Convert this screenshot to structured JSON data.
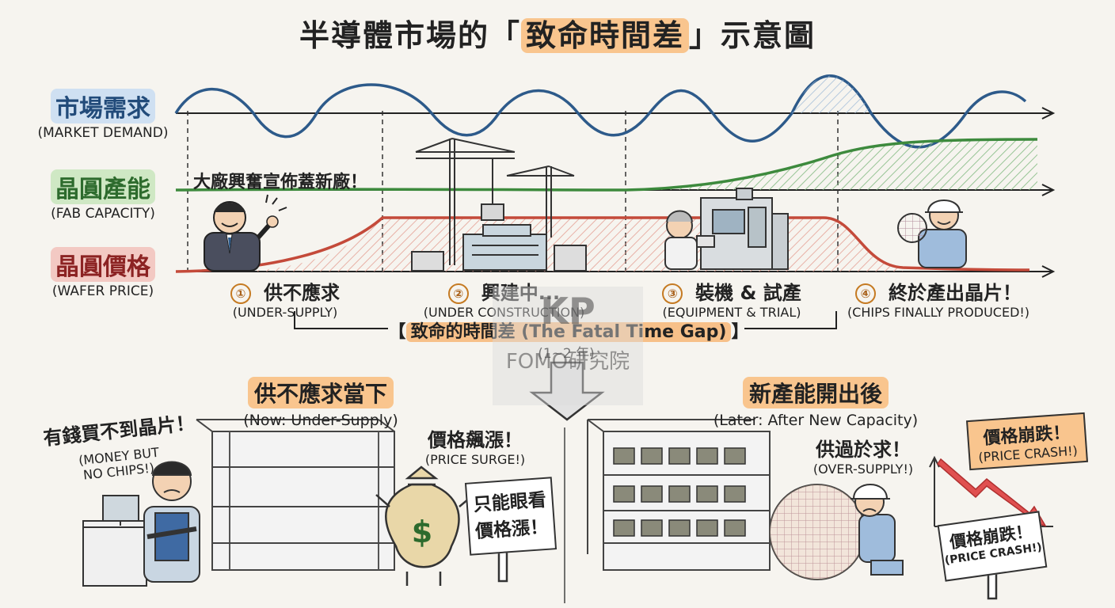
{
  "title": {
    "prefix": "半導體市場的「",
    "highlight": "致命時間差",
    "suffix": "」示意圖"
  },
  "rows": [
    {
      "zh": "市場需求",
      "en": "(MARKET DEMAND)",
      "color": "#2d5a8a"
    },
    {
      "zh": "晶圓產能",
      "en": "(FAB CAPACITY)",
      "color": "#3d8a3d"
    },
    {
      "zh": "晶圓價格",
      "en": "(WAFER PRICE)",
      "color": "#c44a3a"
    }
  ],
  "callout": "大廠興奮宣佈蓋新廠！",
  "stages": [
    {
      "num": "①",
      "zh": "供不應求",
      "en": "(UNDER-SUPPLY)"
    },
    {
      "num": "②",
      "zh": "興建中...",
      "en": "(UNDER CONSTRUCTION)"
    },
    {
      "num": "③",
      "zh": "裝機 & 試產",
      "en": "(EQUIPMENT & TRIAL)"
    },
    {
      "num": "④",
      "zh": "終於產出晶片！",
      "en": "(CHIPS FINALLY PRODUCED!)"
    }
  ],
  "gap": {
    "left_bracket": "【",
    "label": "致命的時間差 (The Fatal Time Gap)",
    "right_bracket": "】",
    "sub": "(1~2 年)"
  },
  "watermark": {
    "logo": "KP",
    "text": "FOMO研究院"
  },
  "left_panel": {
    "head_zh": "供不應求當下",
    "head_en": "(Now: Under-Supply)",
    "person_zh": "有錢買不到晶片！",
    "person_en1": "(MONEY BUT",
    "person_en2": "NO CHIPS!)",
    "surge_zh": "價格飆漲！",
    "surge_en": "(PRICE SURGE!)",
    "sign_line1": "只能眼看",
    "sign_line2": "價格漲！",
    "bag_symbol": "$"
  },
  "right_panel": {
    "head_zh": "新產能開出後",
    "head_en": "(Later: After New Capacity)",
    "over_zh": "供過於求！",
    "over_en": "(OVER-SUPPLY!)",
    "crash_zh": "價格崩跌！",
    "crash_en": "(PRICE CRASH!)",
    "sign_zh": "價格崩跌！",
    "sign_en": "(PRICE CRASH!)"
  },
  "colors": {
    "demand": "#2d5a8a",
    "capacity": "#3d8a3d",
    "price": "#c44a3a",
    "accent": "#f9c58e"
  }
}
